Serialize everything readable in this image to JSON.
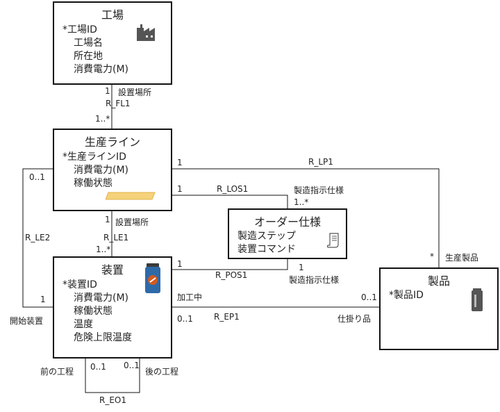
{
  "classes": {
    "factory": {
      "title": "工場",
      "attrs": [
        "*工場ID",
        "工場名",
        "所在地",
        "消費電力(M)"
      ],
      "icon": "factory-icon"
    },
    "line": {
      "title": "生産ライン",
      "attrs": [
        "*生産ラインID",
        "消費電力(M)",
        "稼働状態"
      ],
      "icon": "status-bar-icon"
    },
    "order": {
      "title": "オーダー仕様",
      "attrs": [
        "製造ステップ",
        "装置コマンド"
      ],
      "icon": "document-scroll-icon"
    },
    "equipment": {
      "title": "装置",
      "attrs": [
        "*装置ID",
        "消費電力(M)",
        "稼働状態",
        "温度",
        "危険上限温度"
      ],
      "icon": "equipment-can-icon"
    },
    "product": {
      "title": "製品",
      "attrs": [
        "*製品ID"
      ],
      "icon": "product-jar-icon"
    }
  },
  "relations": {
    "r_fl1": {
      "name": "R_FL1",
      "m_top": "1",
      "role_top": "設置場所",
      "m_bottom": "1..*"
    },
    "r_lp1": {
      "name": "R_LP1",
      "m_line": "1",
      "m_product": "*",
      "role_product": "生産製品"
    },
    "r_los1": {
      "name": "R_LOS1",
      "m_line": "1",
      "role_order": "製造指示仕様",
      "m_order": "1..*"
    },
    "r_le2": {
      "name": "R_LE2",
      "m_line": "0..1",
      "m_equipment": "1",
      "role_equipment": "開始装置"
    },
    "r_le1": {
      "name": "R_LE1",
      "m_top": "1",
      "role_top": "設置場所",
      "m_bottom": "1..*"
    },
    "r_pos1": {
      "name": "R_POS1",
      "m_equipment": "1",
      "m_order": "1",
      "role_order": "製造指示仕様"
    },
    "r_ep1": {
      "name": "R_EP1",
      "role_equipment": "加工中",
      "m_equipment": "0..1",
      "m_product": "0..1",
      "role_product": "仕掛り品"
    },
    "r_eo1": {
      "name": "R_EO1",
      "m_left": "0..1",
      "role_left": "前の工程",
      "m_right": "0..1",
      "role_right": "後の工程"
    }
  },
  "colors": {
    "line": "#111111",
    "status_bar": "#f5d27a",
    "icon": "#555555",
    "equipment_body": "#2e6aa8",
    "equipment_label": "#d35a1f"
  }
}
